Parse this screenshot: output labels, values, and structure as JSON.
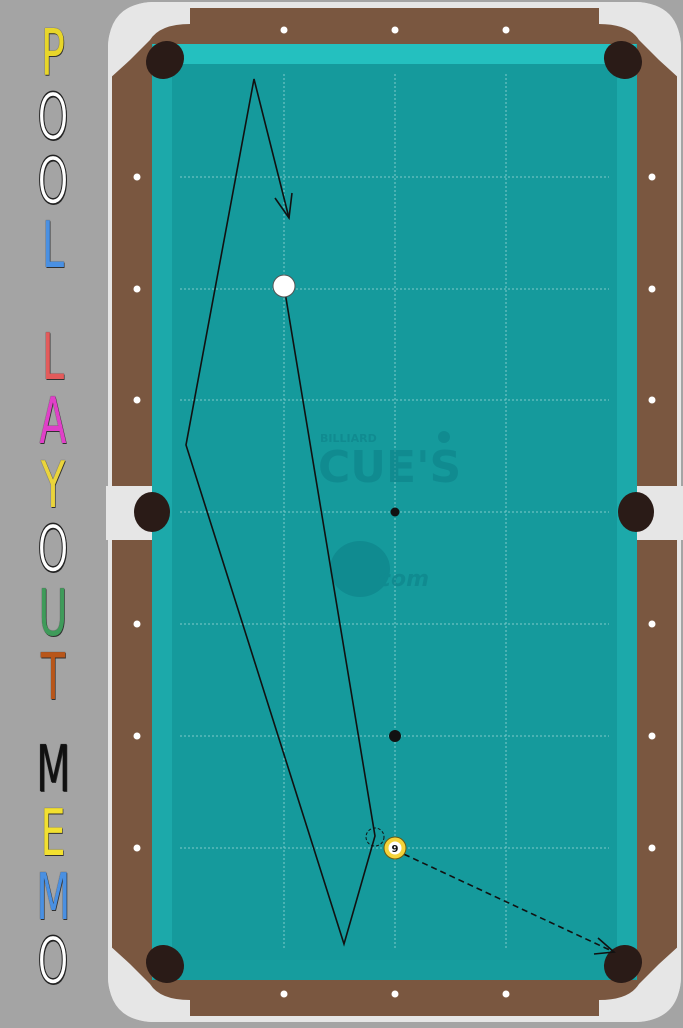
{
  "app": {
    "side_title_letters": [
      "P",
      "O",
      "O",
      "L",
      "L",
      "A",
      "Y",
      "O",
      "U",
      "T",
      "M",
      "E",
      "M",
      "O"
    ],
    "side_title_colors": [
      "#e8d62a",
      "#ffffff",
      "#ffffff",
      "#4a90e2",
      "#e35b5b",
      "#e040c8",
      "#ead43c",
      "#ffffff",
      "#3f9b5a",
      "#b8561a",
      "#111111",
      "#f2e030",
      "#4a90e2",
      "#ffffff"
    ]
  },
  "watermark": {
    "small": "BILLIARD",
    "big": "CUE'S",
    "dotcom": "com"
  },
  "balls": {
    "cue": {
      "label": ""
    },
    "nine": {
      "label": "9"
    }
  },
  "colors": {
    "felt": "#159a9c",
    "cushion": "#1fb5b5",
    "rail_wood": "#7a5740",
    "pocket": "#2a1b17"
  }
}
